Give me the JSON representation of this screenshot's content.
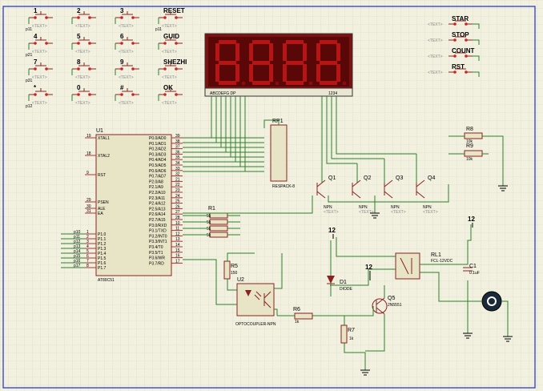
{
  "keys": [
    {
      "label": "1",
      "ref": "p11"
    },
    {
      "label": "2",
      "ref": ""
    },
    {
      "label": "3",
      "ref": ""
    },
    {
      "label": "RESET",
      "ref": "p11"
    },
    {
      "label": "4",
      "ref": "p21"
    },
    {
      "label": "5",
      "ref": ""
    },
    {
      "label": "6",
      "ref": ""
    },
    {
      "label": "GUID",
      "ref": ""
    },
    {
      "label": "7",
      "ref": "p31"
    },
    {
      "label": "8",
      "ref": ""
    },
    {
      "label": "9",
      "ref": ""
    },
    {
      "label": "SHEZHI",
      "ref": ""
    },
    {
      "label": "*",
      "ref": "p12"
    },
    {
      "label": "0",
      "ref": ""
    },
    {
      "label": "#",
      "ref": ""
    },
    {
      "label": "OK",
      "ref": ""
    }
  ],
  "right_buttons": [
    "STAR",
    "STOP",
    "COUNT",
    "RST"
  ],
  "text_tag": "<TEXT>",
  "display": {
    "segments": "ABCDEFG DP",
    "digits": "1234"
  },
  "u1": {
    "ref": "U1",
    "part": "AT89C51",
    "left_pins": [
      {
        "n": "19",
        "name": "XTAL1"
      },
      {
        "n": "18",
        "name": "XTAL2"
      },
      {
        "n": "9",
        "name": "RST"
      },
      {
        "n": "29",
        "name": "PSEN"
      },
      {
        "n": "30",
        "name": "ALE"
      },
      {
        "n": "31",
        "name": "EA"
      },
      {
        "n": "1",
        "name": "P1.0"
      },
      {
        "n": "2",
        "name": "P1.1"
      },
      {
        "n": "3",
        "name": "P1.2"
      },
      {
        "n": "4",
        "name": "P1.3"
      },
      {
        "n": "5",
        "name": "P1.4"
      },
      {
        "n": "6",
        "name": "P1.5"
      },
      {
        "n": "7",
        "name": "P1.6"
      },
      {
        "n": "8",
        "name": "P1.7"
      }
    ],
    "right_pins": [
      {
        "n": "39",
        "name": "P0.0/AD0"
      },
      {
        "n": "38",
        "name": "P0.1/AD1"
      },
      {
        "n": "37",
        "name": "P0.2/AD2"
      },
      {
        "n": "36",
        "name": "P0.3/AD3"
      },
      {
        "n": "35",
        "name": "P0.4/AD4"
      },
      {
        "n": "34",
        "name": "P0.5/AD5"
      },
      {
        "n": "33",
        "name": "P0.6/AD6"
      },
      {
        "n": "32",
        "name": "P0.7/AD7"
      },
      {
        "n": "21",
        "name": "P2.0/A8"
      },
      {
        "n": "22",
        "name": "P2.1/A9"
      },
      {
        "n": "23",
        "name": "P2.2/A10"
      },
      {
        "n": "24",
        "name": "P2.3/A11"
      },
      {
        "n": "25",
        "name": "P2.4/A12"
      },
      {
        "n": "26",
        "name": "P2.5/A13"
      },
      {
        "n": "27",
        "name": "P2.6/A14"
      },
      {
        "n": "28",
        "name": "P2.7/A15"
      },
      {
        "n": "10",
        "name": "P3.0/RXD"
      },
      {
        "n": "11",
        "name": "P3.1/TXD"
      },
      {
        "n": "12",
        "name": "P3.2/INT0"
      },
      {
        "n": "13",
        "name": "P3.3/INT1"
      },
      {
        "n": "14",
        "name": "P3.4/T0"
      },
      {
        "n": "15",
        "name": "P3.5/T1"
      },
      {
        "n": "16",
        "name": "P3.6/WR"
      },
      {
        "n": "17",
        "name": "P3.7/RD"
      }
    ],
    "net_labels": [
      "p10",
      "p11",
      "p12",
      "p13",
      "p14",
      "p15",
      "p16",
      "p17"
    ]
  },
  "rp1": {
    "ref": "RP1",
    "part": "RESPACK-8"
  },
  "r1": {
    "ref": "R1",
    "values": [
      "5k",
      "5k",
      "5k",
      "5k"
    ]
  },
  "transistors": [
    {
      "ref": "Q1",
      "type": "NPN"
    },
    {
      "ref": "Q2",
      "type": "NPN"
    },
    {
      "ref": "Q3",
      "type": "NPN"
    },
    {
      "ref": "Q4",
      "type": "NPN"
    }
  ],
  "r8": {
    "ref": "R8",
    "value": "10k"
  },
  "r9": {
    "ref": "R9",
    "value": "10k"
  },
  "r5": {
    "ref": "R5",
    "value": "150"
  },
  "u2": {
    "ref": "U2",
    "part": "OPTOCOUPLER-NPN"
  },
  "r6": {
    "ref": "R6",
    "value": "1k"
  },
  "r7": {
    "ref": "R7",
    "value": "1k"
  },
  "d1": {
    "ref": "D1",
    "part": "DIODE"
  },
  "q5": {
    "ref": "Q5",
    "part": "2N5551"
  },
  "rl1": {
    "ref": "RL1",
    "part": "FCL-12VDC"
  },
  "c1": {
    "ref": "C1",
    "value": "0.1uF"
  },
  "v12": [
    "12",
    "12",
    "12"
  ]
}
